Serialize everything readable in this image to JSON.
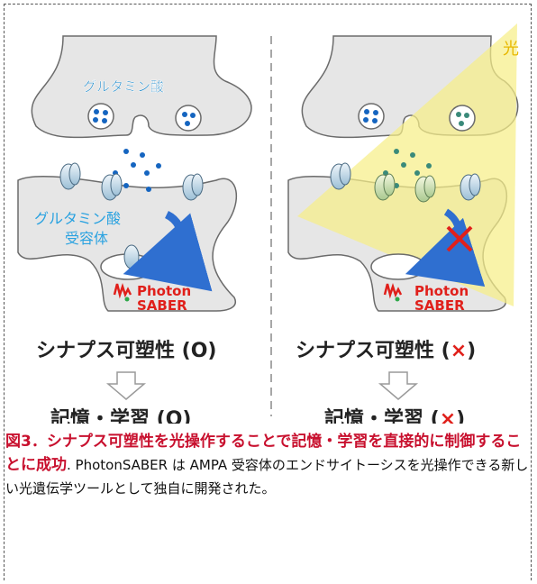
{
  "left_panel": {
    "glutamate_label": "グルタミン酸",
    "receptor_label_line1": "グルタミン酸",
    "receptor_label_line2": "受容体",
    "photon_saber_line1": "Photon",
    "photon_saber_line2": "SABER",
    "plasticity_label": "シナプス可塑性 (O)",
    "memory_label": "記憶・学習 (O)"
  },
  "right_panel": {
    "light_label": "光",
    "photon_saber_line1": "Photon",
    "photon_saber_line2": "SABER",
    "plasticity_label": "シナプス可塑性 (",
    "plasticity_mark": "×",
    "plasticity_close": ")",
    "memory_label": "記憶・学習 (",
    "memory_mark": "×",
    "memory_close": ")"
  },
  "caption": {
    "title": "図3．シナプス可塑性を光操作することで記憶・学習を直接的に制御することに成功",
    "body": ". PhotonSABER は AMPA 受容体のエンドサイトーシスを光操作できる新しい光遺伝学ツールとして独自に開発された。"
  },
  "colors": {
    "membrane": "#e6e6e6",
    "outline": "#6b6b6b",
    "glutamate_dot": "#1565c0",
    "receptor": "#cfe3ef",
    "arrow": "#2f6fd0",
    "light": "#f6f0a0",
    "red": "#e0201b",
    "caption_title": "#c8102e"
  }
}
